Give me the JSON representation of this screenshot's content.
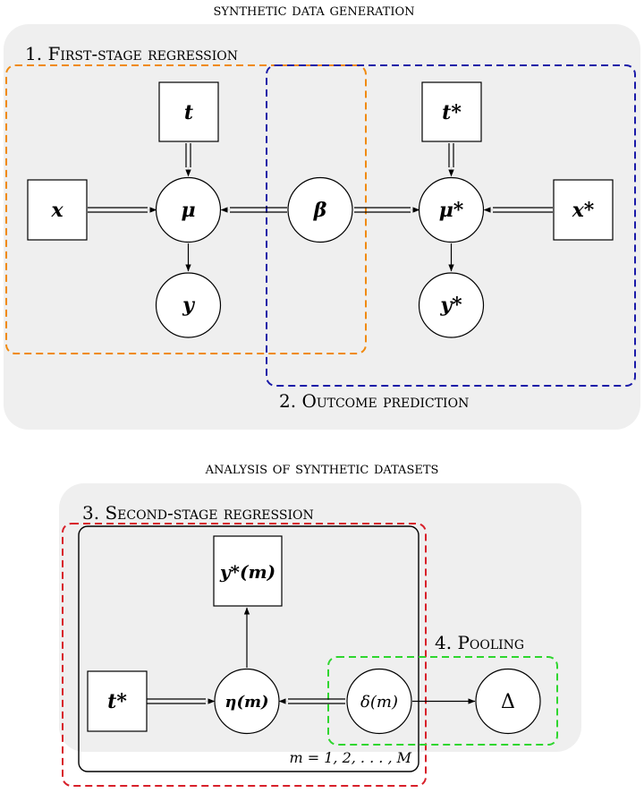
{
  "sections": {
    "top_title": "synthetic data generation",
    "bottom_title": "analysis of synthetic datasets"
  },
  "groups": {
    "first_stage": "1. First-stage regression",
    "outcome": "2. Outcome prediction",
    "second_stage": "3. Second-stage regression",
    "pooling": "4. Pooling",
    "plate": "m = 1, 2, . . . , M"
  },
  "nodes": {
    "t": "t",
    "x": "x",
    "mu": "μ",
    "y": "y",
    "beta": "β",
    "t_star": "t*",
    "mu_star": "μ*",
    "x_star": "x*",
    "y_star": "y*",
    "t_star_2": "t*",
    "y_star_m": "y*(m)",
    "eta_m": "η(m)",
    "delta_m": "δ(m)",
    "Delta": "Δ"
  },
  "colors": {
    "background_panel": "#efefef",
    "first_stage": "#f08a0f",
    "outcome": "#1a1aa8",
    "second_stage": "#d8202a",
    "pooling": "#2fd62f"
  }
}
